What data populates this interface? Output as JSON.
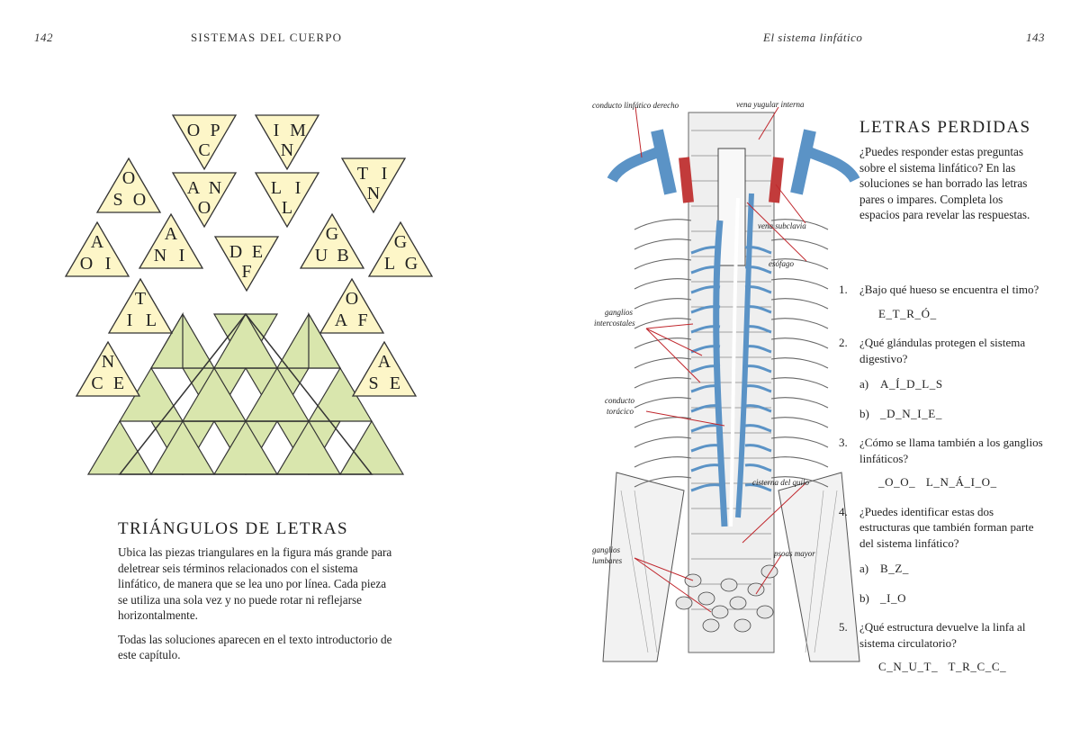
{
  "left": {
    "page_number": "142",
    "running_head": "SISTEMAS DEL CUERPO",
    "title": "TRIÁNGULOS DE LETRAS",
    "paragraph1": "Ubica las piezas triangulares en la figura más grande para deletrear seis términos relacionados con el sistema linfático, de manera que se lea uno por línea. Cada pieza se utiliza una sola vez y no puede rotar ni reflejarse horizontalmente.",
    "paragraph2": "Todas las soluciones aparecen en el texto introductorio de este capítulo.",
    "pieces": [
      {
        "letters": [
          "O",
          "P",
          "C"
        ]
      },
      {
        "letters": [
          "I",
          "M",
          "N"
        ]
      },
      {
        "letters": [
          "O",
          "O",
          "S"
        ]
      },
      {
        "letters": [
          "A",
          "N",
          "O"
        ]
      },
      {
        "letters": [
          "L",
          "I",
          "L"
        ]
      },
      {
        "letters": [
          "T",
          "I",
          "N"
        ]
      },
      {
        "letters": [
          "A",
          "I",
          "O"
        ]
      },
      {
        "letters": [
          "A",
          "I",
          "N"
        ]
      },
      {
        "letters": [
          "D",
          "E",
          "F"
        ]
      },
      {
        "letters": [
          "G",
          "B",
          "U"
        ]
      },
      {
        "letters": [
          "G",
          "G",
          "L"
        ]
      },
      {
        "letters": [
          "T",
          "L",
          "I"
        ]
      },
      {
        "letters": [
          "O",
          "F",
          "A"
        ]
      },
      {
        "letters": [
          "N",
          "E",
          "C"
        ]
      },
      {
        "letters": [
          "A",
          "E",
          "S"
        ]
      }
    ],
    "colors": {
      "piece_fill": "#fdf6c8",
      "grid_fill": "#d9e6ad"
    }
  },
  "right": {
    "page_number": "143",
    "running_head": "El sistema linfático",
    "title": "LETRAS PERDIDAS",
    "intro": "¿Puedes responder estas preguntas sobre el sistema linfático? En las soluciones se han borrado las letras pares o impares. Completa los espacios para revelar las respuestas.",
    "figure_labels": {
      "conducto_derecho": "conducto linfático derecho",
      "yugular": "vena yugular interna",
      "subclavia": "vena subclavia",
      "esofago": "esófago",
      "intercostales_1": "ganglios",
      "intercostales_2": "intercostales",
      "toracico_1": "conducto",
      "toracico_2": "torácico",
      "quilo": "cisterna del quilo",
      "lumbares_1": "ganglios",
      "lumbares_2": "lumbares",
      "psoas": "psoas mayor"
    },
    "questions": [
      {
        "number": "1.",
        "text": "¿Bajo qué hueso se encuentra el timo?",
        "answer": "E_T_R_Ó_"
      },
      {
        "number": "2.",
        "text": "¿Qué glándulas protegen el sistema digestivo?",
        "options": [
          {
            "letter": "a)",
            "answer": "A_Í_D_L_S"
          },
          {
            "letter": "b)",
            "answer": "_D_N_I_E_"
          }
        ]
      },
      {
        "number": "3.",
        "text": "¿Cómo se llama también a los ganglios linfáticos?",
        "answer": "_O_O_   L_N_Á_I_O_"
      },
      {
        "number": "4.",
        "text": "¿Puedes identificar estas dos estructuras que también forman parte del sistema linfático?",
        "options": [
          {
            "letter": "a)",
            "answer": "B_Z_"
          },
          {
            "letter": "b)",
            "answer": "_I_O"
          }
        ]
      },
      {
        "number": "5.",
        "text": "¿Qué estructura devuelve la linfa al sistema circulatorio?",
        "answer": "C_N_U_T_   T_R_C_C_"
      }
    ],
    "colors": {
      "vein": "#5b93c6",
      "artery": "#c23b3b",
      "pointer": "#c0272d"
    }
  }
}
